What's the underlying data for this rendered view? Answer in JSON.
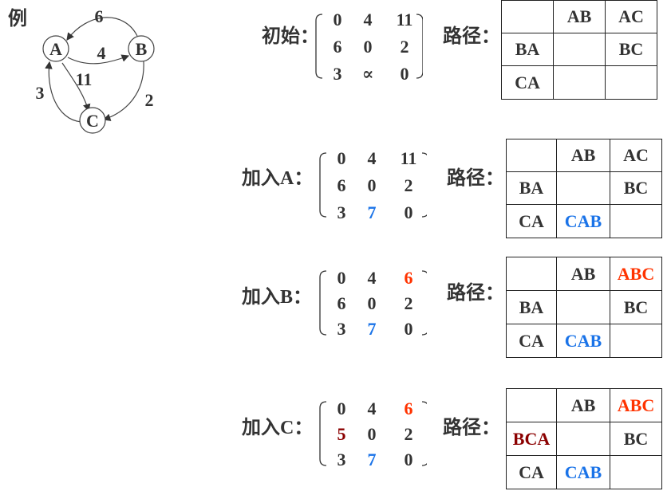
{
  "example_label": "例",
  "graph": {
    "nodes": [
      "A",
      "B",
      "C"
    ],
    "edges": [
      {
        "from": "B",
        "to": "A",
        "weight": "6"
      },
      {
        "from": "A",
        "to": "B",
        "weight": "4"
      },
      {
        "from": "A",
        "to": "C",
        "weight": "11"
      },
      {
        "from": "C",
        "to": "A",
        "weight": "3"
      },
      {
        "from": "B",
        "to": "C",
        "weight": "2"
      }
    ]
  },
  "path_label": "路径：",
  "steps": [
    {
      "label": "初始：",
      "matrix": [
        [
          "0",
          "4",
          "11"
        ],
        [
          "6",
          "0",
          "2"
        ],
        [
          "3",
          "∝",
          "0"
        ]
      ],
      "paths": [
        [
          "",
          "AB",
          "AC"
        ],
        [
          "BA",
          "",
          "BC"
        ],
        [
          "CA",
          "",
          ""
        ]
      ]
    },
    {
      "label": "加入A：",
      "matrix": [
        [
          "0",
          "4",
          "11"
        ],
        [
          "6",
          "0",
          "2"
        ],
        [
          "3",
          "7",
          "0"
        ]
      ],
      "paths": [
        [
          "",
          "AB",
          "AC"
        ],
        [
          "BA",
          "",
          "BC"
        ],
        [
          "CA",
          "CAB",
          ""
        ]
      ]
    },
    {
      "label": "加入B：",
      "matrix": [
        [
          "0",
          "4",
          "6"
        ],
        [
          "6",
          "0",
          "2"
        ],
        [
          "3",
          "7",
          "0"
        ]
      ],
      "paths": [
        [
          "",
          "AB",
          "ABC"
        ],
        [
          "BA",
          "",
          "BC"
        ],
        [
          "CA",
          "CAB",
          ""
        ]
      ]
    },
    {
      "label": "加入C：",
      "matrix": [
        [
          "0",
          "4",
          "6"
        ],
        [
          "5",
          "0",
          "2"
        ],
        [
          "3",
          "7",
          "0"
        ]
      ],
      "paths": [
        [
          "",
          "AB",
          "ABC"
        ],
        [
          "BCA",
          "",
          "BC"
        ],
        [
          "CA",
          "CAB",
          ""
        ]
      ]
    }
  ],
  "colors": {
    "updated_by_A": "#1a73e8",
    "updated_by_B": "#ff3300",
    "updated_by_C": "#8b0000"
  }
}
